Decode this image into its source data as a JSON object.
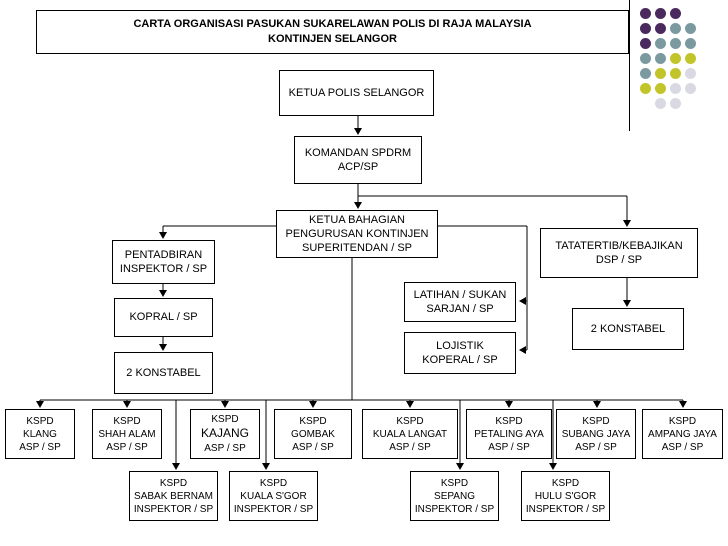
{
  "title": {
    "line1": "CARTA ORGANISASI PASUKAN SUKARELAWAN POLIS DI RAJA MALAYSIA",
    "line2": "KONTINJEN SELANGOR"
  },
  "nodes": {
    "ketua_polis": [
      "KETUA POLIS SELANGOR"
    ],
    "komandan": [
      "KOMANDAN SPDRM",
      "ACP/SP"
    ],
    "ketua_bahagian": [
      "KETUA BAHAGIAN",
      "PENGURUSAN KONTINJEN",
      "SUPERITENDAN / SP"
    ],
    "pentadbiran": [
      "PENTADBIRAN",
      "INSPEKTOR / SP"
    ],
    "kopral": [
      "KOPRAL / SP"
    ],
    "konstabel_left": [
      "2 KONSTABEL"
    ],
    "latihan": [
      "LATIHAN / SUKAN",
      "SARJAN / SP"
    ],
    "logistik": [
      "LOJISTIK",
      "KOPERAL / SP"
    ],
    "tatatertib": [
      "TATATERTIB/KEBAJIKAN",
      "DSP / SP"
    ],
    "konstabel_right": [
      "2 KONSTABEL"
    ],
    "kspd_top": [
      [
        "KSPD",
        "KLANG",
        "ASP / SP"
      ],
      [
        "KSPD",
        "SHAH ALAM",
        "ASP / SP"
      ],
      [
        "KSPD",
        "KAJANG",
        "ASP / SP"
      ],
      [
        "KSPD",
        "GOMBAK",
        "ASP / SP"
      ],
      [
        "KSPD",
        "KUALA LANGAT",
        "ASP / SP"
      ],
      [
        "KSPD",
        "PETALING AYA",
        "ASP / SP"
      ],
      [
        "KSPD",
        "SUBANG JAYA",
        "ASP / SP"
      ],
      [
        "KSPD",
        "AMPANG JAYA",
        "ASP / SP"
      ]
    ],
    "kspd_bottom": [
      [
        "KSPD",
        "SABAK BERNAM",
        "INSPEKTOR / SP"
      ],
      [
        "KSPD",
        "KUALA  S'GOR",
        "INSPEKTOR / SP"
      ],
      [
        "KSPD",
        "SEPANG",
        "INSPEKTOR / SP"
      ],
      [
        "KSPD",
        "HULU  S'GOR",
        "INSPEKTOR / SP"
      ]
    ]
  },
  "colors": {
    "dot_purple": "#4a2a5e",
    "dot_teal": "#7b9aa0",
    "dot_yellow": "#c2c52a",
    "dot_gray": "#d9d9e3"
  },
  "decor_dot_grid": [
    [
      "dot_purple",
      "dot_purple",
      "dot_purple",
      null
    ],
    [
      "dot_purple",
      "dot_purple",
      "dot_teal",
      "dot_teal"
    ],
    [
      "dot_purple",
      "dot_teal",
      "dot_teal",
      "dot_teal"
    ],
    [
      "dot_teal",
      "dot_teal",
      "dot_yellow",
      "dot_yellow"
    ],
    [
      "dot_teal",
      "dot_yellow",
      "dot_yellow",
      "dot_gray"
    ],
    [
      "dot_yellow",
      "dot_yellow",
      "dot_gray",
      "dot_gray"
    ],
    [
      null,
      "dot_gray",
      "dot_gray",
      null
    ]
  ]
}
